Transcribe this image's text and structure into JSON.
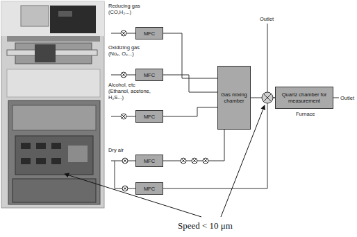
{
  "diagram": {
    "nodes": [
      {
        "text": [
          "MFC"
        ]
      },
      {
        "text": [
          "MFC"
        ]
      },
      {
        "text": [
          "MFC"
        ]
      },
      {
        "text": [
          "MFC"
        ]
      },
      {
        "text": [
          "MFC"
        ]
      },
      {
        "text": [
          "Gas mixing chamber"
        ]
      },
      {
        "text": [
          "Quartz chamber for measurement"
        ]
      }
    ],
    "edges": [
      {
        "from": 0,
        "to": 5,
        "arrow": "none"
      },
      {
        "from": 1,
        "to": 5,
        "arrow": "none"
      },
      {
        "from": 2,
        "to": 5,
        "arrow": "none"
      },
      {
        "from": 3,
        "to": 5,
        "arrow": "none"
      },
      {
        "from": 4,
        "to": 6,
        "arrow": "none"
      },
      {
        "from": 5,
        "to": 6,
        "arrow": "none"
      }
    ],
    "labels": [
      "Reducing gas (CO,H₂...)",
      "Oxidizing gas (No₂, O₂...)",
      "Alcohol, etc (Ethanol, acetone, H₂S...)",
      "Dry air",
      "Outlet",
      "Outlet",
      "Furnace",
      "Speed < 10 μm"
    ]
  }
}
